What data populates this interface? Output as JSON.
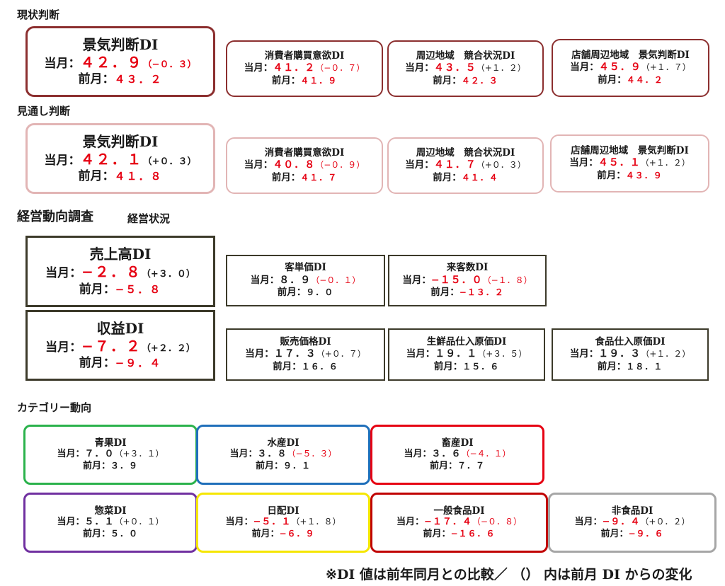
{
  "labels": {
    "current": "当月：",
    "previous": "前月："
  },
  "sections": {
    "current_judgment": "現状判断",
    "outlook_judgment": "見通し判断",
    "management_survey": "経営動向調査",
    "management_status": "経営状況",
    "category_trend": "カテゴリー動向"
  },
  "current_judgment": {
    "main": {
      "title": "景気判断DI",
      "current": "４２．９",
      "change": "（−０．３）",
      "previous": "４３．２"
    },
    "consumer": {
      "title": "消費者購買意欲DI",
      "current": "４１．２",
      "change": "（−０．７）",
      "previous": "４１．９"
    },
    "competition": {
      "title": "周辺地域　競合状況DI",
      "current": "４３．５",
      "change": "（+１．２）",
      "previous": "４２．３"
    },
    "store_area": {
      "title": "店舗周辺地域　景気判断DI",
      "current": "４５．９",
      "change": "（+１．７）",
      "previous": "４４．２"
    }
  },
  "outlook_judgment": {
    "main": {
      "title": "景気判断DI",
      "current": "４２．１",
      "change": "（+０．３）",
      "previous": "４１．８"
    },
    "consumer": {
      "title": "消費者購買意欲DI",
      "current": "４０．８",
      "change": "（−０．９）",
      "previous": "４１．７"
    },
    "competition": {
      "title": "周辺地域　競合状況DI",
      "current": "４１．７",
      "change": "（+０．３）",
      "previous": "４１．４"
    },
    "store_area": {
      "title": "店舗周辺地域　景気判断DI",
      "current": "４５．１",
      "change": "（+１．２）",
      "previous": "４３．９"
    }
  },
  "management": {
    "sales": {
      "title": "売上高DI",
      "current": "−２．８",
      "change": "（+３．０）",
      "previous": "−５．８"
    },
    "unit_price": {
      "title": "客単価DI",
      "current": "８．９",
      "change": "（−０．１）",
      "previous": "９．０"
    },
    "customers": {
      "title": "来客数DI",
      "current": "−１５．０",
      "change": "（−１．８）",
      "previous": "−１３．２"
    },
    "profit": {
      "title": "収益DI",
      "current": "−７．２",
      "change": "（+２．２）",
      "previous": "−９．４"
    },
    "selling_price": {
      "title": "販売価格DI",
      "current": "１７．３",
      "change": "（+０．７）",
      "previous": "１６．６"
    },
    "fresh_cost": {
      "title": "生鮮品仕入原価DI",
      "current": "１９．１",
      "change": "（+３．５）",
      "previous": "１５．６"
    },
    "food_cost": {
      "title": "食品仕入原価DI",
      "current": "１９．３",
      "change": "（+１．２）",
      "previous": "１８．１"
    }
  },
  "categories": {
    "produce": {
      "title": "青果DI",
      "current": "７．０",
      "change": "（+３．１）",
      "previous": "３．９",
      "color": "#2bb24c"
    },
    "seafood": {
      "title": "水産DI",
      "current": "３．８",
      "change": "（−５．３）",
      "previous": "９．１",
      "color": "#1f6fba"
    },
    "meat": {
      "title": "畜産DI",
      "current": "３．６",
      "change": "（−４．１）",
      "previous": "７．７",
      "color": "#e60012"
    },
    "deli": {
      "title": "惣菜DI",
      "current": "５．１",
      "change": "（+０．１）",
      "previous": "５．０",
      "color": "#7030a0"
    },
    "daily": {
      "title": "日配DI",
      "current": "−５．１",
      "change": "（+１．８）",
      "previous": "−６．９",
      "color": "#f5e600"
    },
    "general_food": {
      "title": "一般食品DI",
      "current": "−１７．４",
      "change": "（−０．８）",
      "previous": "−１６．６",
      "color": "#c00000"
    },
    "non_food": {
      "title": "非食品DI",
      "current": "−９．４",
      "change": "（+０．２）",
      "previous": "−９．６",
      "color": "#a6a6a6"
    }
  },
  "footnote": "※DI 値は前年同月との比較／ （） 内は前月 DI からの変化"
}
